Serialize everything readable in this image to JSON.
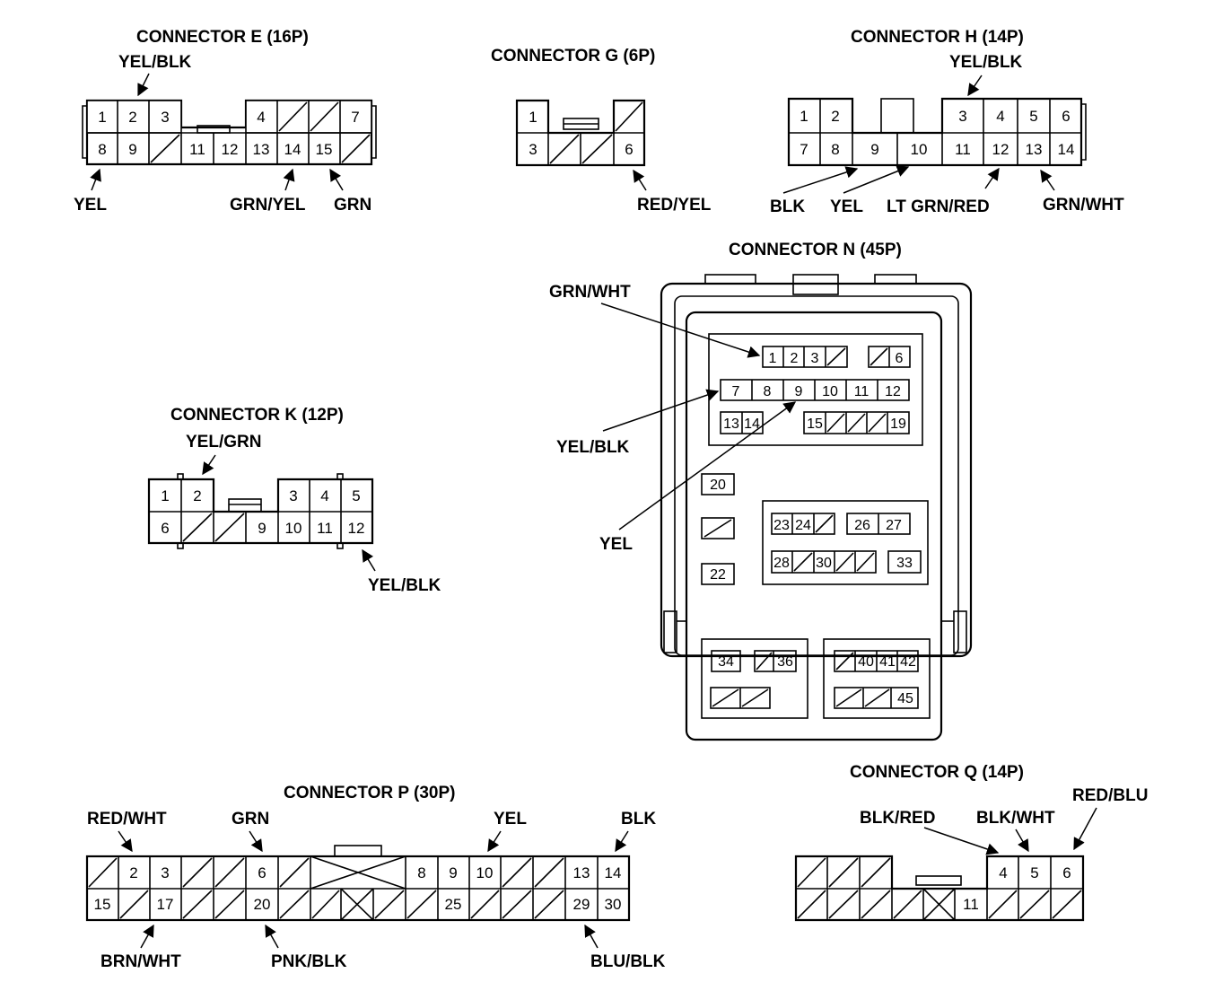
{
  "connectors": {
    "E": {
      "title": "CONNECTOR E (16P)",
      "pins": [
        "1",
        "2",
        "3",
        "4",
        "7",
        "8",
        "9",
        "11",
        "12",
        "13",
        "14",
        "15"
      ],
      "wires": [
        "YEL/BLK",
        "YEL",
        "GRN/YEL",
        "GRN"
      ]
    },
    "G": {
      "title": "CONNECTOR G (6P)",
      "pins": [
        "1",
        "3",
        "6"
      ],
      "wires": [
        "RED/YEL"
      ]
    },
    "H": {
      "title": "CONNECTOR H (14P)",
      "pins": [
        "1",
        "2",
        "3",
        "4",
        "5",
        "6",
        "7",
        "8",
        "9",
        "10",
        "11",
        "12",
        "13",
        "14"
      ],
      "wires": [
        "YEL/BLK",
        "BLK",
        "YEL",
        "LT GRN/RED",
        "GRN/WHT"
      ]
    },
    "K": {
      "title": "CONNECTOR K (12P)",
      "pins": [
        "1",
        "2",
        "3",
        "4",
        "5",
        "6",
        "9",
        "10",
        "11",
        "12"
      ],
      "wires": [
        "YEL/GRN",
        "YEL/BLK"
      ]
    },
    "N": {
      "title": "CONNECTOR N (45P)",
      "pins": [
        "1",
        "2",
        "3",
        "6",
        "7",
        "8",
        "9",
        "10",
        "11",
        "12",
        "13",
        "14",
        "15",
        "19",
        "20",
        "22",
        "23",
        "24",
        "26",
        "27",
        "28",
        "30",
        "33",
        "34",
        "36",
        "40",
        "41",
        "42",
        "45"
      ],
      "wires": [
        "GRN/WHT",
        "YEL/BLK",
        "YEL"
      ]
    },
    "P": {
      "title": "CONNECTOR P (30P)",
      "pins": [
        "2",
        "3",
        "6",
        "8",
        "9",
        "10",
        "13",
        "14",
        "15",
        "17",
        "20",
        "25",
        "29",
        "30"
      ],
      "wires": [
        "RED/WHT",
        "GRN",
        "YEL",
        "BLK",
        "BRN/WHT",
        "PNK/BLK",
        "BLU/BLK"
      ]
    },
    "Q": {
      "title": "CONNECTOR Q (14P)",
      "pins": [
        "4",
        "5",
        "6",
        "11"
      ],
      "wires": [
        "BLK/RED",
        "BLK/WHT",
        "RED/BLU"
      ]
    }
  }
}
